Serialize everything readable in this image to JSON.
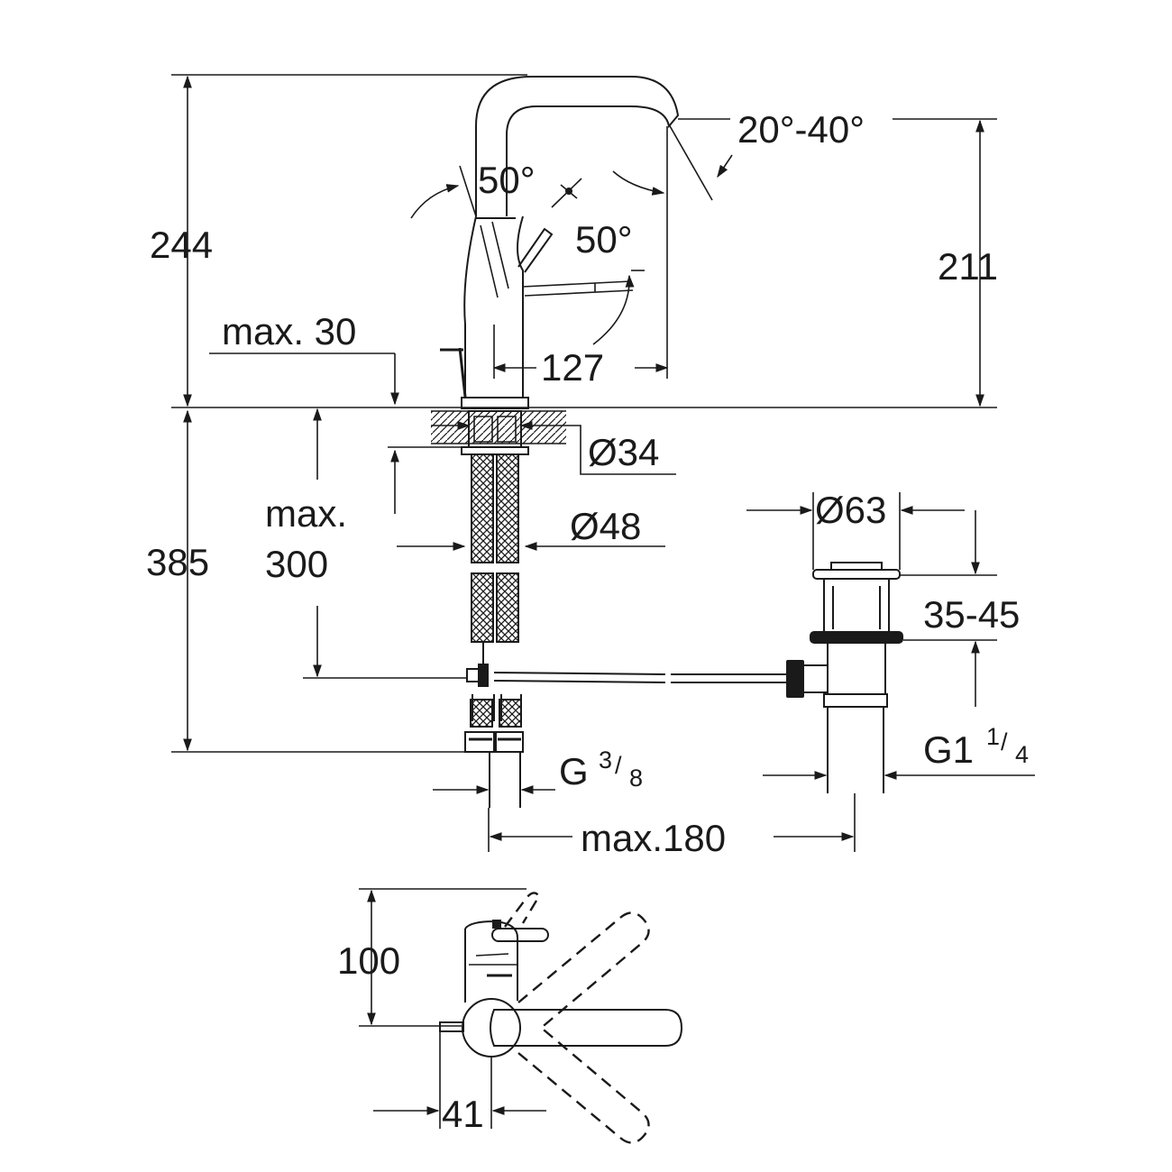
{
  "dimensions": {
    "total_height": "244",
    "spout_height": "211",
    "spout_reach": "127",
    "spout_angle": "20°-40°",
    "lever_angle_left": "50°",
    "lever_angle_right": "50°",
    "max_deck": "max. 30",
    "hole_small": "Ø34",
    "hole_large": "Ø48",
    "hose_length_line1": "max.",
    "hose_length_line2": "300",
    "below_deck": "385",
    "waste_diameter": "Ø63",
    "waste_range": "35-45",
    "connection_main": "G",
    "connection_sup": "3",
    "connection_sub": "8",
    "waste_thread_main": "G1",
    "waste_thread_sup": "1",
    "waste_thread_sub": "4",
    "rod_max": "max.180",
    "top_depth": "100",
    "top_offset": "41"
  }
}
